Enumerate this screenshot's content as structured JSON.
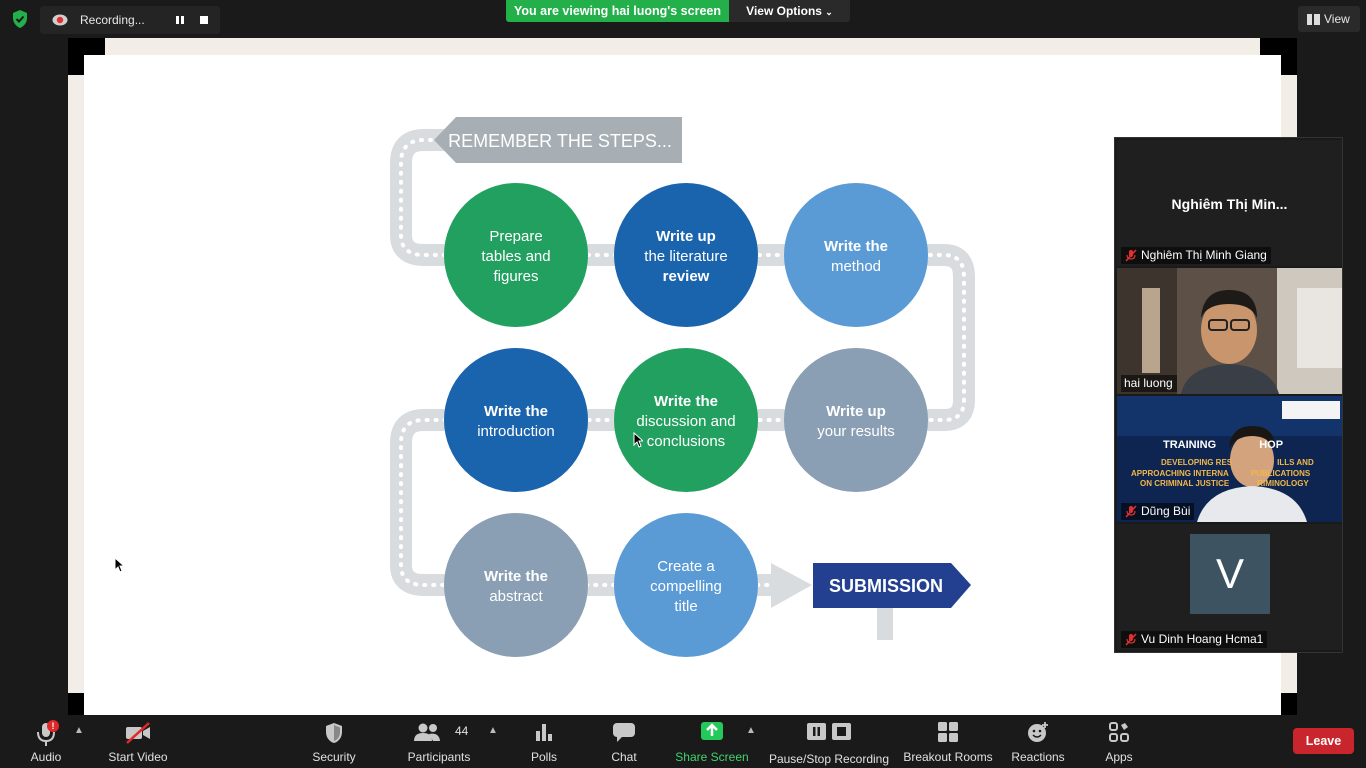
{
  "topbar": {
    "recording_label": "Recording...",
    "viewing_banner": "You are viewing hai luong's screen",
    "view_options": "View Options",
    "view_button": "View"
  },
  "slide": {
    "banner": "REMEMBER THE STEPS...",
    "steps": [
      {
        "line1": "Prepare",
        "line2": "tables and",
        "line3": "figures",
        "color": "#22a060"
      },
      {
        "line1": "Write up",
        "line2": "the literature",
        "line3": "review",
        "color": "#1a63ad"
      },
      {
        "line1": "Write the",
        "line2": "method",
        "line3": "",
        "color": "#5b9bd5"
      },
      {
        "line1": "Write the",
        "line2": "introduction",
        "line3": "",
        "color": "#1a63ad"
      },
      {
        "line1": "Write the",
        "line2": "discussion and",
        "line3": "conclusions",
        "color": "#22a060"
      },
      {
        "line1": "Write up",
        "line2": "your results",
        "line3": "",
        "color": "#8a9fb4"
      },
      {
        "line1": "Write the",
        "line2": "abstract",
        "line3": "",
        "color": "#8a9fb4"
      },
      {
        "line1": "Create a",
        "line2": "compelling",
        "line3": "title",
        "color": "#5b9bd5"
      }
    ],
    "submission": "SUBMISSION"
  },
  "participants": {
    "tile1_big_name": "Nghiêm Thị Min...",
    "tile1_label": "Nghiêm Thị Minh Giang",
    "tile2_label": "hai luong",
    "tile3_label": "Dũng Bùi",
    "tile3_bg_title": "TRAINING",
    "tile3_bg_title2": "HOP",
    "tile3_bg_line1": "DEVELOPING RES",
    "tile3_bg_line1b": "ILLS AND",
    "tile3_bg_line2": "APPROACHING INTERNA",
    "tile3_bg_line2b": "PUBLICATIONS",
    "tile3_bg_line3": "ON CRIMINAL JUSTICE",
    "tile3_bg_line3b": "RIMINOLOGY",
    "tile4_avatar": "V",
    "tile4_label": "Vu Dinh Hoang Hcma1"
  },
  "toolbar": {
    "audio": "Audio",
    "start_video": "Start Video",
    "security": "Security",
    "participants": "Participants",
    "participants_count": "44",
    "polls": "Polls",
    "chat": "Chat",
    "share_screen": "Share Screen",
    "pause_stop_recording": "Pause/Stop Recording",
    "breakout_rooms": "Breakout Rooms",
    "reactions": "Reactions",
    "apps": "Apps",
    "leave": "Leave",
    "audio_badge": "!"
  },
  "colors": {
    "banner_green": "#23b04a",
    "leave_red": "#c8252c",
    "submission_blue": "#233f8f",
    "share_green": "#23c95a"
  }
}
